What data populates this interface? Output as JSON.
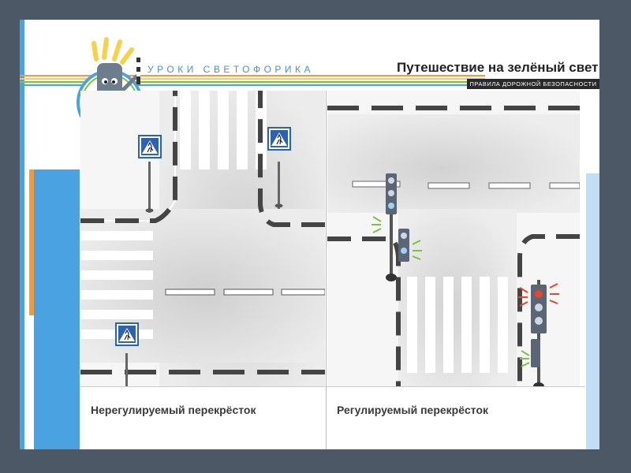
{
  "header": {
    "series_title": "УРОКИ СВЕТОФОРИКА",
    "main_title": "Путешествие на зелёный свет",
    "subtitle": "ПРАВИЛА ДОРОЖНОЙ БЕЗОПАСНОСТИ"
  },
  "panels": {
    "left_label": "Нерегулируемый перекрёсток",
    "right_label": "Регулируемый перекрёсток"
  },
  "colors": {
    "background": "#4d5866",
    "accent_blue": "#4aa3e0",
    "accent_orange": "#f39a3c",
    "road": "#e4e4e4",
    "signal_green": "#7cc242",
    "signal_red": "#e8452c"
  },
  "icons": {
    "mascot": "traffic-light-mascot",
    "crosswalk_sign": "pedestrian-crossing-sign",
    "traffic_light": "traffic-light"
  }
}
